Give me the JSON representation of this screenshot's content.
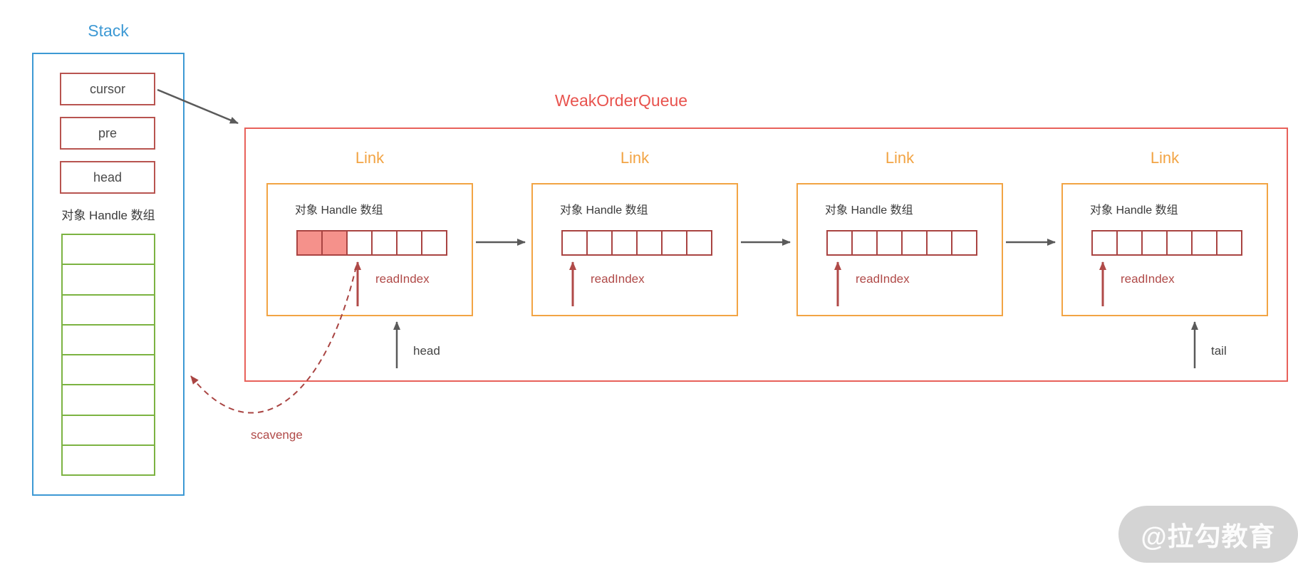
{
  "stack": {
    "title": "Stack",
    "registers": [
      "cursor",
      "pre",
      "head"
    ],
    "array_label": "对象 Handle 数组",
    "array_cells": 8
  },
  "queue": {
    "title": "WeakOrderQueue",
    "links": [
      {
        "title": "Link",
        "array_label": "对象 Handle 数组",
        "read_index_label": "readIndex",
        "cells": 6,
        "filled_cells": 2,
        "read_index_cell": 2
      },
      {
        "title": "Link",
        "array_label": "对象 Handle 数组",
        "read_index_label": "readIndex",
        "cells": 6,
        "filled_cells": 0,
        "read_index_cell": 0
      },
      {
        "title": "Link",
        "array_label": "对象 Handle 数组",
        "read_index_label": "readIndex",
        "cells": 6,
        "filled_cells": 0,
        "read_index_cell": 0
      },
      {
        "title": "Link",
        "array_label": "对象 Handle 数组",
        "read_index_label": "readIndex",
        "cells": 6,
        "filled_cells": 0,
        "read_index_cell": 0
      }
    ],
    "head_label": "head",
    "tail_label": "tail"
  },
  "scavenge_label": "scavenge",
  "watermark": "@拉勾教育",
  "colors": {
    "stack_border": "#3D99D4",
    "register_border": "#B85450",
    "stack_array_border": "#7CB342",
    "queue_border": "#E8615A",
    "queue_title": "#E8534E",
    "link_border": "#F2A444",
    "cell_border": "#A94442",
    "cell_fill": "#F5918B",
    "read_index_color": "#B04A48",
    "arrow_color": "#5a5a5a"
  }
}
